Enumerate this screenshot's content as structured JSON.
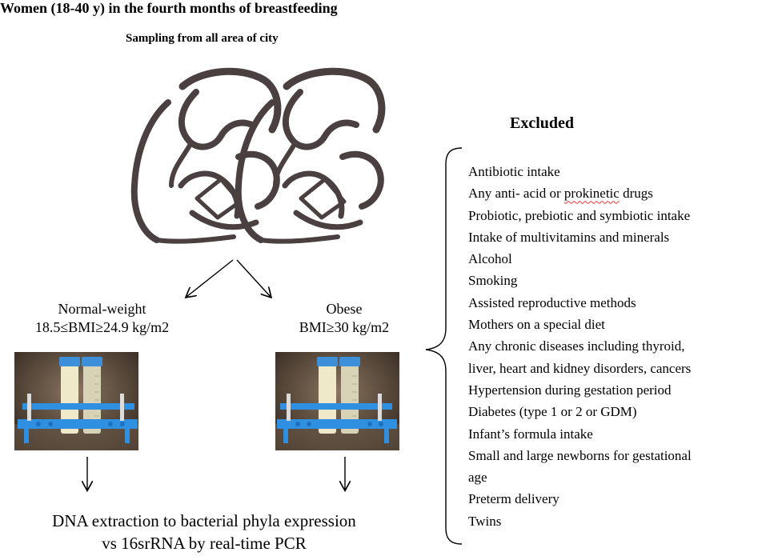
{
  "title": "Women (18-40 y) in the fourth months of breastfeeding",
  "subtitle": "Sampling from all area of city",
  "groups": {
    "normal": {
      "line1": "Normal-weight",
      "line2": "18.5≤BMI≥24.9 kg/m2"
    },
    "obese": {
      "line1": "Obese",
      "line2": "BMI≥30 kg/m2"
    }
  },
  "outcome": {
    "line1": "DNA extraction to bacterial phyla expression",
    "line2": "vs 16srRNA by real-time PCR"
  },
  "excluded": {
    "title": "Excluded",
    "items": [
      "Antibiotic intake",
      "Any anti- acid or",
      "prokinetic",
      "drugs",
      "Probiotic, prebiotic and symbiotic intake",
      "Intake of multivitamins and minerals",
      "Alcohol",
      "Smoking",
      "Assisted reproductive methods",
      "Mothers on a special diet",
      "Any chronic diseases including thyroid,",
      "liver, heart and kidney disorders, cancers",
      "Hypertension during gestation period",
      "Diabetes (type 1 or 2 or GDM)",
      "Infant’s formula intake",
      "Small and large newborns for gestational",
      "age",
      "Preterm delivery",
      "Twins"
    ]
  },
  "colors": {
    "rack_blue": "#2f8fe0",
    "cap_blue": "#3c8fd8",
    "milk": "#efe9c9",
    "photo_bg": "#4a3a2e",
    "squiggle": "#e33333"
  },
  "icons": [
    "mother-breastfeeding-icon",
    "arrow-down-icon",
    "test-tubes-photo",
    "curly-brace-icon"
  ]
}
